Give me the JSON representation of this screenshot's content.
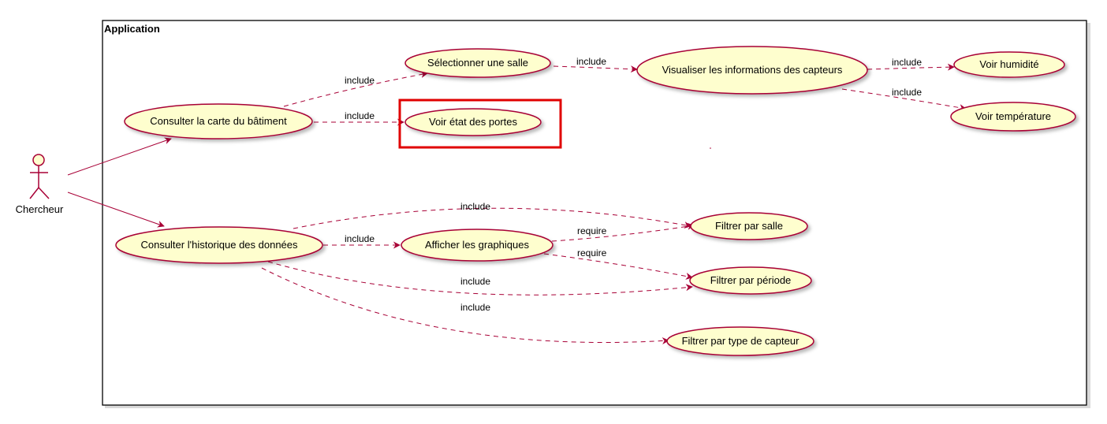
{
  "system": {
    "title": "Application"
  },
  "actor": {
    "name": "Chercheur"
  },
  "use_cases": {
    "consulter_carte": "Consulter la carte du bâtiment",
    "consulter_historique": "Consulter l'historique des données",
    "selectionner_salle": "Sélectionner une salle",
    "voir_portes": "Voir état des portes",
    "visualiser_capteurs": "Visualiser les informations des capteurs",
    "voir_humidite": "Voir humidité",
    "voir_temperature": "Voir température",
    "afficher_graphiques": "Afficher les graphiques",
    "filtrer_salle": "Filtrer par salle",
    "filtrer_periode": "Filtrer par période",
    "filtrer_type": "Filtrer par type de capteur"
  },
  "relations": {
    "carte_salle": "include",
    "carte_portes": "include",
    "salle_capteurs": "include",
    "capteurs_humidite": "include",
    "capteurs_temperature": "include",
    "historique_salle": "include",
    "historique_graphiques": "include",
    "graphiques_salle": "require",
    "graphiques_periode": "require",
    "historique_periode": "include",
    "historique_type": "include"
  },
  "highlight": {
    "target": "Voir état des portes",
    "color": "#e00000"
  },
  "colors": {
    "usecase_fill": "#fefece",
    "usecase_border": "#a80036",
    "edge": "#a80036",
    "actor_fill": "#fefece"
  }
}
